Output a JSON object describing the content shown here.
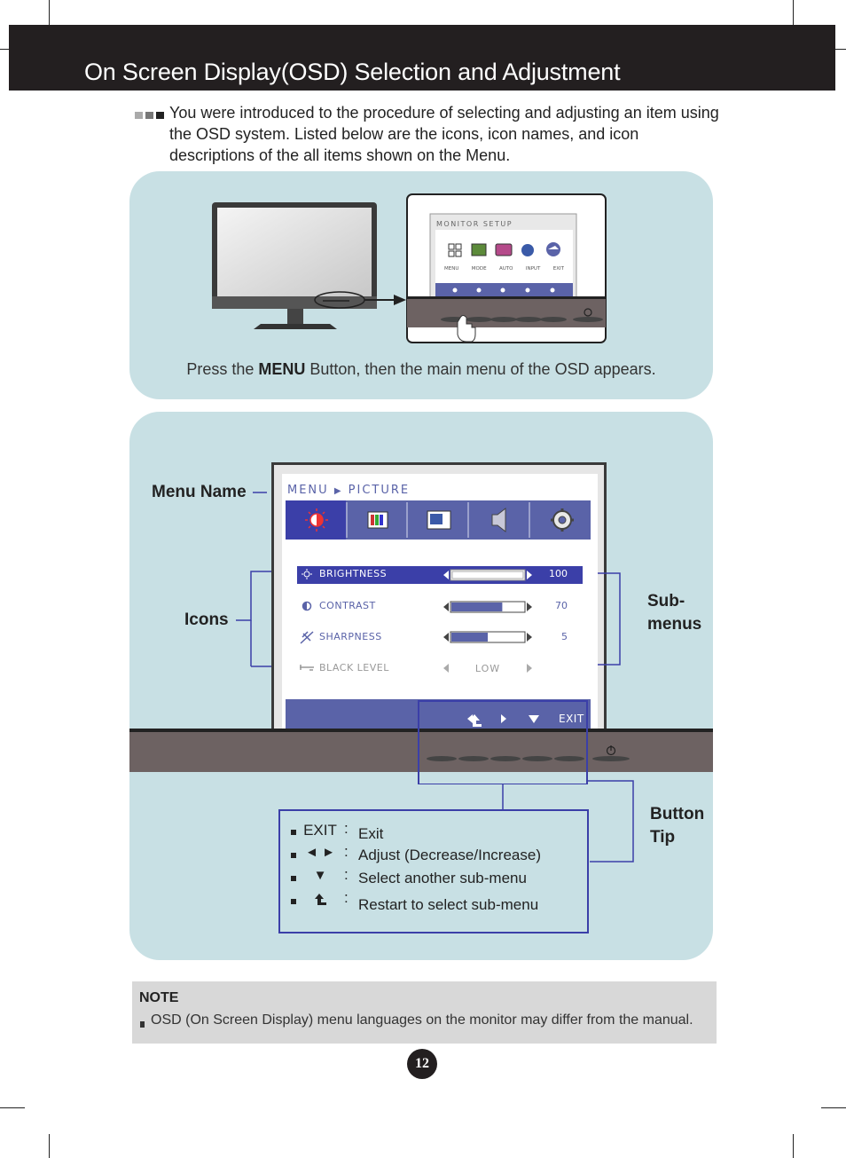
{
  "header": {
    "title": "On Screen Display(OSD) Selection and Adjustment"
  },
  "intro": {
    "text": "You were introduced to the procedure of selecting and adjusting an item using the OSD system. Listed below are the icons, icon names, and icon descriptions of the all items shown on the Menu."
  },
  "panel1": {
    "osd_title": "MONITOR SETUP",
    "menu_items": [
      "MENU",
      "MODE",
      "AUTO",
      "INPUT",
      "EXIT"
    ],
    "caption_before": "Press the ",
    "caption_bold": "MENU",
    "caption_after": " Button, then the main menu of the OSD appears."
  },
  "panel2": {
    "breadcrumb_menu": "MENU",
    "breadcrumb_page": "PICTURE",
    "submenus": [
      {
        "label": "BRIGHTNESS",
        "value": "100",
        "level": 100,
        "icon": "sun-icon"
      },
      {
        "label": "CONTRAST",
        "value": "70",
        "level": 70,
        "icon": "contrast-icon"
      },
      {
        "label": "SHARPNESS",
        "value": "5",
        "level": 50,
        "icon": "sharpness-icon"
      },
      {
        "label": "BLACK LEVEL",
        "value": "LOW",
        "icon": "black-level-icon"
      }
    ],
    "exit_label": "EXIT",
    "labels": {
      "menu_name": "Menu Name",
      "icons": "Icons",
      "submenus_line1": "Sub-",
      "submenus_line2": "menus",
      "button_tip_line1": "Button",
      "button_tip_line2": "Tip"
    },
    "tips": [
      {
        "symbol": "EXIT",
        "desc": "Exit"
      },
      {
        "symbol": "◄ ►",
        "desc": "Adjust (Decrease/Increase)"
      },
      {
        "symbol": "▼",
        "desc": "Select another sub-menu"
      },
      {
        "symbol": "restart",
        "desc": "Restart to select sub-menu"
      }
    ],
    "colon": ":"
  },
  "note": {
    "title": "NOTE",
    "text": "OSD (On Screen Display) menu languages on the monitor may differ from the manual."
  },
  "page_number": "12",
  "colors": {
    "header": "#231f20",
    "panel": "#c8e0e4",
    "osd_blue": "#5a63a8",
    "highlight": "#3b3fa8"
  }
}
